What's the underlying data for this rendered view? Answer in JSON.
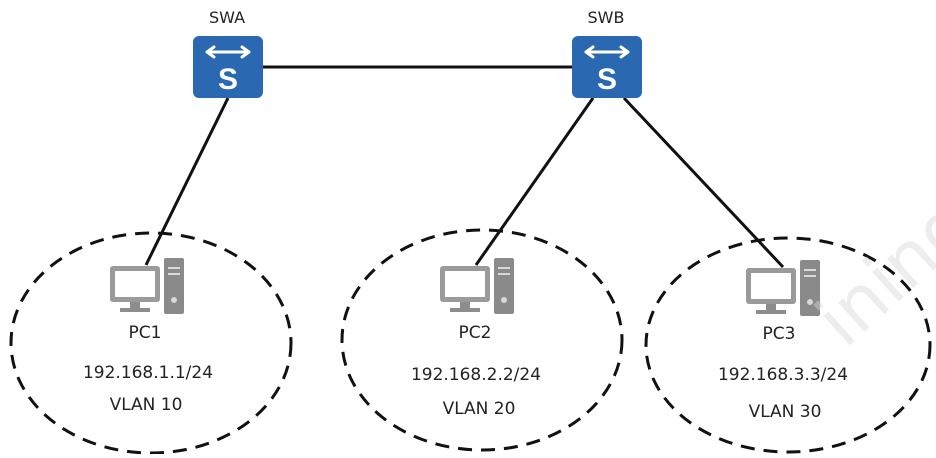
{
  "switches": [
    {
      "id": "swa",
      "name": "SWA",
      "icon": "switch-icon",
      "color": "#2a68b1"
    },
    {
      "id": "swb",
      "name": "SWB",
      "icon": "switch-icon",
      "color": "#2a68b1"
    }
  ],
  "pcs": [
    {
      "id": "pc1",
      "name": "PC1",
      "ip": "192.168.1.1/24",
      "vlan": "VLAN 10",
      "icon": "pc-icon"
    },
    {
      "id": "pc2",
      "name": "PC2",
      "ip": "192.168.2.2/24",
      "vlan": "VLAN 20",
      "icon": "pc-icon"
    },
    {
      "id": "pc3",
      "name": "PC3",
      "ip": "192.168.3.3/24",
      "vlan": "VLAN 30",
      "icon": "pc-icon"
    }
  ],
  "links": [
    {
      "from": "SWA",
      "to": "SWB"
    },
    {
      "from": "SWA",
      "to": "PC1"
    },
    {
      "from": "SWB",
      "to": "PC2"
    },
    {
      "from": "SWB",
      "to": "PC3"
    }
  ],
  "watermark": "ining &"
}
